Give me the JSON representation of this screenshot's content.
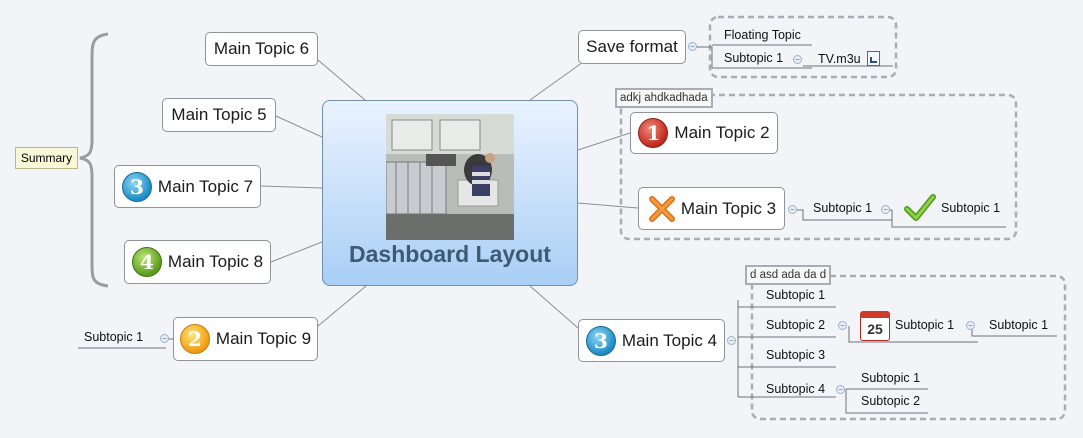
{
  "central": {
    "title": "Dashboard Layout",
    "image": "photo-man-on-balcony-ac-unit"
  },
  "summary": {
    "label": "Summary"
  },
  "left_topics": {
    "t6": {
      "label": "Main Topic 6"
    },
    "t5": {
      "label": "Main Topic 5"
    },
    "t7": {
      "label": "Main Topic 7",
      "marker": "3"
    },
    "t8": {
      "label": "Main Topic 8",
      "marker": "4"
    },
    "t9": {
      "label": "Main Topic 9",
      "marker": "2",
      "subtopic": "Subtopic 1"
    }
  },
  "save_format": {
    "label": "Save format",
    "floating": "Floating Topic",
    "subtopic": "Subtopic 1",
    "file": "TV.m3u"
  },
  "boundary_1": {
    "label": "adkj ahdkadhada",
    "t2": {
      "label": "Main Topic 2",
      "marker": "1"
    },
    "t3": {
      "label": "Main Topic 3",
      "subtopic": "Subtopic 1",
      "subtopic_child": "Subtopic 1"
    }
  },
  "boundary_2": {
    "label": "d asd ada da d",
    "t4": {
      "label": "Main Topic 4",
      "marker": "3"
    },
    "subs": [
      "Subtopic 1",
      "Subtopic 2",
      "Subtopic 3",
      "Subtopic 4"
    ],
    "sub2_child": "Subtopic 1",
    "sub2_grandchild": "Subtopic 1",
    "calendar_day": "25",
    "sub4_children": [
      "Subtopic 1",
      "Subtopic 2"
    ]
  },
  "colors": {
    "central_gradient_top": "#eaf3ff",
    "central_gradient_bottom": "#a9cff5",
    "central_title": "#3e5a74",
    "boundary": "#a9adb3"
  }
}
